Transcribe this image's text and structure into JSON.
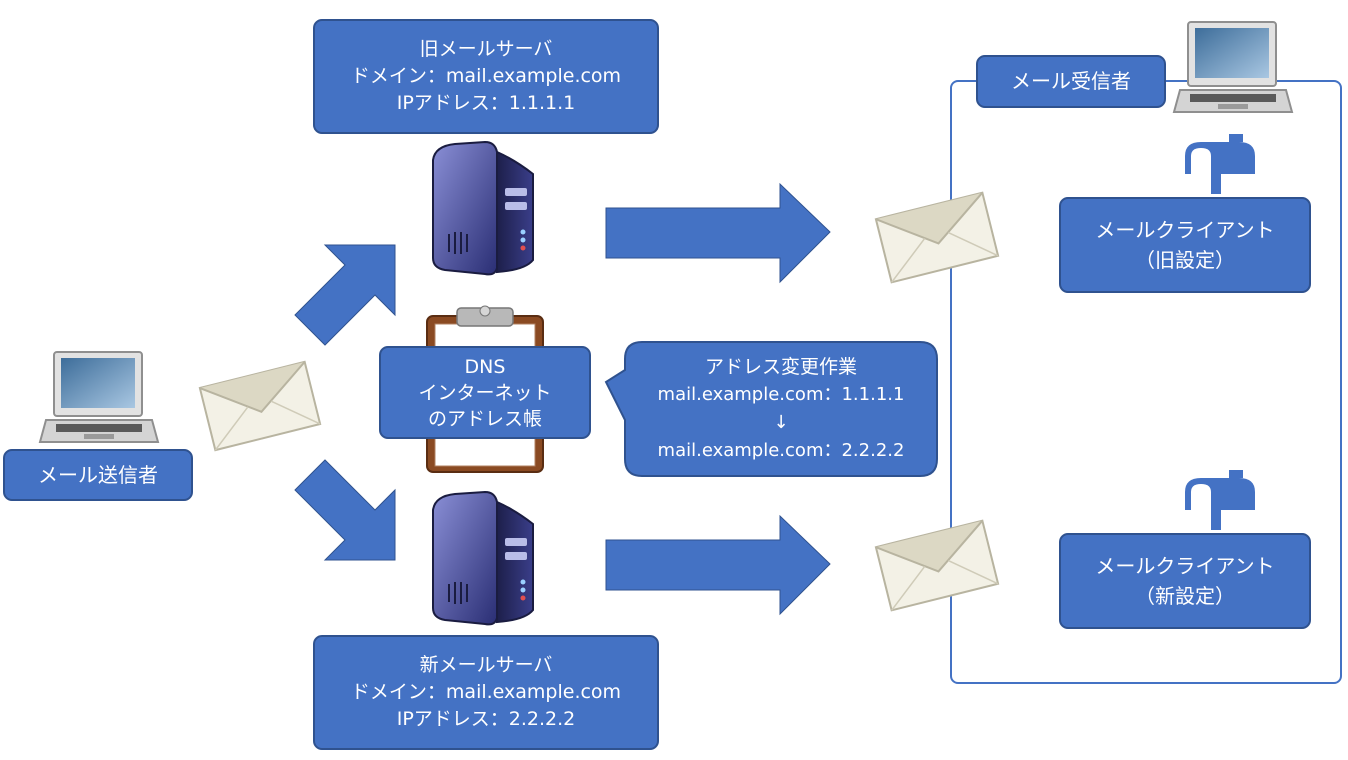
{
  "old_server": {
    "title": "旧メールサーバ",
    "domain": "ドメイン：mail.example.com",
    "ip": "IPアドレス：1.1.1.1"
  },
  "new_server": {
    "title": "新メールサーバ",
    "domain": "ドメイン：mail.example.com",
    "ip": "IPアドレス：2.2.2.2"
  },
  "dns": {
    "line1": "DNS",
    "line2": "インターネット",
    "line3": "のアドレス帳"
  },
  "address_change": {
    "title": "アドレス変更作業",
    "before": "mail.example.com：1.1.1.1",
    "arrow": "↓",
    "after": "mail.example.com：2.2.2.2"
  },
  "sender": {
    "label": "メール送信者"
  },
  "receiver": {
    "label": "メール受信者"
  },
  "client_old": {
    "line1": "メールクライアント",
    "line2": "（旧設定）"
  },
  "client_new": {
    "line1": "メールクライアント",
    "line2": "（新設定）"
  },
  "colors": {
    "box_fill": "#4472c4",
    "box_border": "#2f528f",
    "arrow_fill": "#4472c4",
    "text": "#ffffff"
  },
  "icons": [
    "laptop-icon",
    "server-icon",
    "envelope-icon",
    "clipboard-icon",
    "mailbox-icon"
  ]
}
